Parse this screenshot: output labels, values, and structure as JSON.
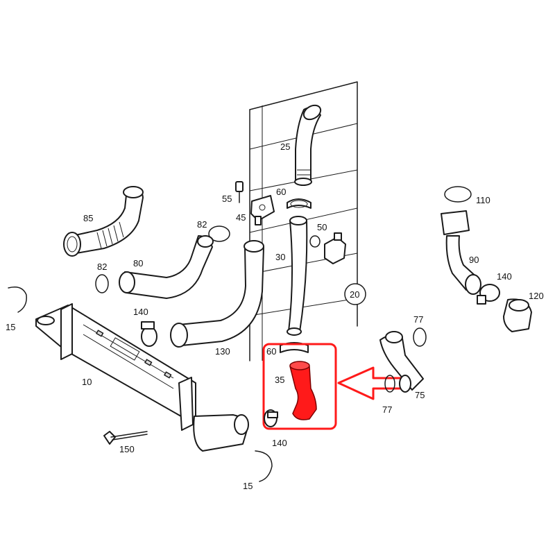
{
  "colors": {
    "line": "#1a1a1a",
    "highlight": "#ff1a1a",
    "background": "#ffffff"
  },
  "callouts": {
    "c25": "25",
    "c60_top": "60",
    "c55": "55",
    "c45": "45",
    "c85": "85",
    "c82_top": "82",
    "c82_left": "82",
    "c80": "80",
    "c30": "30",
    "c50": "50",
    "c110": "110",
    "c90": "90",
    "c140_right": "140",
    "c120": "120",
    "c20": "20",
    "c15_top": "15",
    "c140_left": "140",
    "c130": "130",
    "c10": "10",
    "c60_mid": "60",
    "c35": "35",
    "c77_top": "77",
    "c75": "75",
    "c77_bottom": "77",
    "c150": "150",
    "c140_bottom": "140",
    "c15_bottom": "15"
  }
}
